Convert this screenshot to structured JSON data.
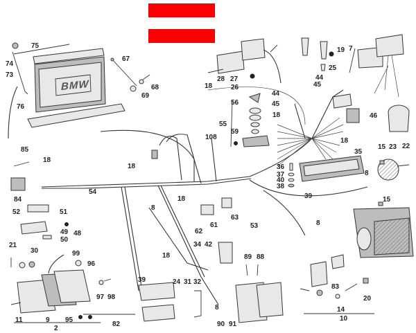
{
  "header": {
    "bar_color": "#ff0000",
    "bar_count": 2
  },
  "labels": {
    "p75": "75",
    "p74": "74",
    "p73": "73",
    "p76": "76",
    "p67": "67",
    "p68": "68",
    "p69": "69",
    "p28": "28",
    "p27": "27",
    "p26": "26",
    "p18_top": "18",
    "p19": "19",
    "p25": "25",
    "p7": "7",
    "p44_top": "44",
    "p45_top": "45",
    "p44": "44",
    "p45": "45",
    "p46": "46",
    "p56": "56",
    "p55": "55",
    "p59": "59",
    "p18_harness_left": "18",
    "p18_harness_right": "18",
    "p108": "108",
    "p35": "35",
    "p36": "36",
    "p37": "37",
    "p40": "40",
    "p38": "38",
    "p15_top": "15",
    "p23": "23",
    "p22": "22",
    "p15_bot": "15",
    "p85": "85",
    "p18_left": "18",
    "p84": "84",
    "p54": "54",
    "p18_mid": "18",
    "p18_center": "18",
    "p52": "52",
    "p51": "51",
    "p49": "49",
    "p48": "48",
    "p50": "50",
    "p8_mid": "8",
    "p62": "62",
    "p61": "61",
    "p63": "63",
    "p53": "53",
    "p39_right": "39",
    "p8_right": "8",
    "p8_lower": "8",
    "p21": "21",
    "p30": "30",
    "p99": "99",
    "p96": "96",
    "p34": "34",
    "p42": "42",
    "p18_low": "18",
    "p89": "89",
    "p88": "88",
    "p39": "39",
    "p24": "24",
    "p31": "31",
    "p32": "32",
    "p97": "97",
    "p98": "98",
    "p8_bottom": "8",
    "p83": "83",
    "p20": "20",
    "p14": "14",
    "p10": "10",
    "p11": "11",
    "p9": "9",
    "p95": "95",
    "p2": "2",
    "p82": "82",
    "p90": "90",
    "p91": "91"
  },
  "icons": {
    "battery": "battery-icon",
    "battery_brand": "BMW"
  }
}
